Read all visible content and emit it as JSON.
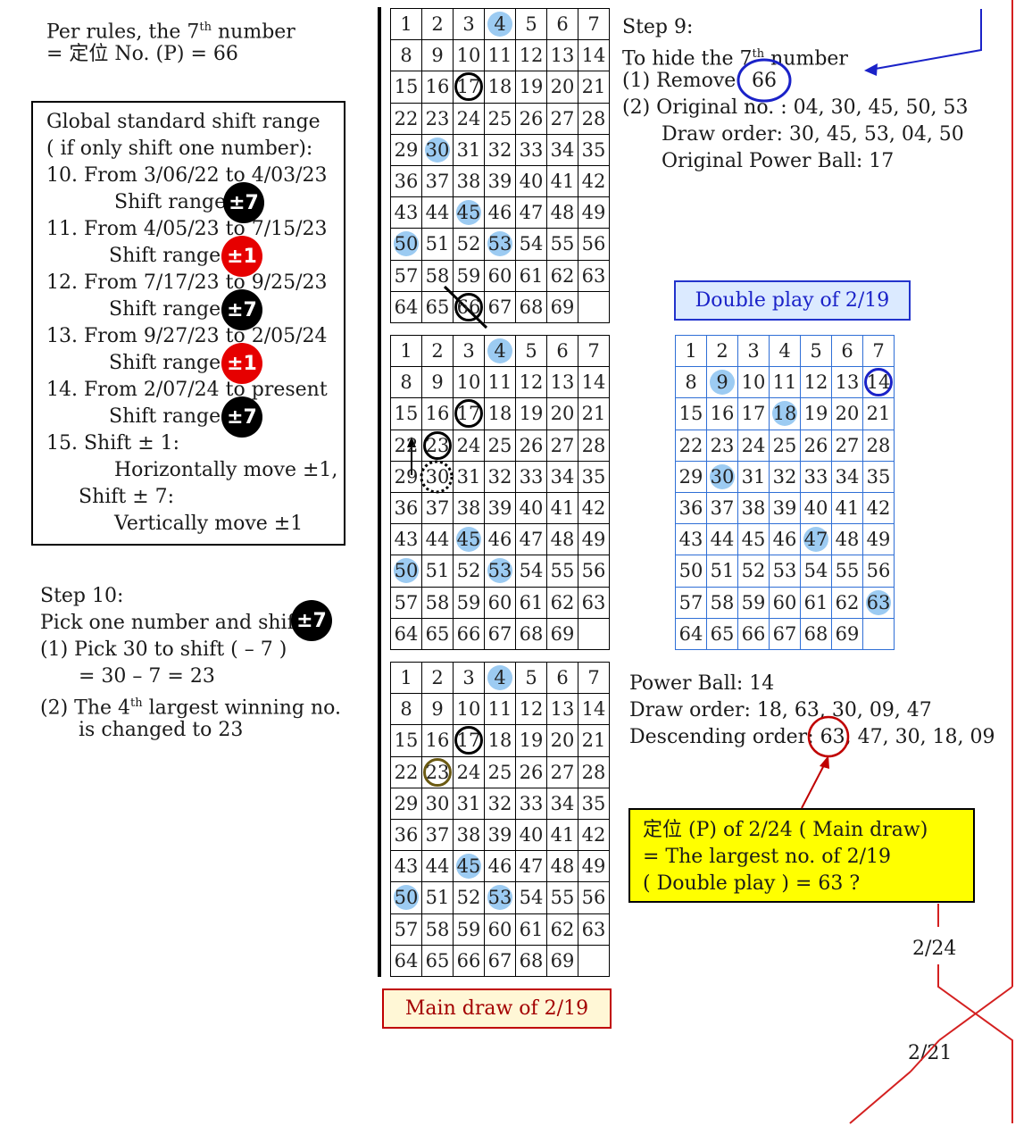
{
  "header_text": {
    "line1": "Per rules, the 7",
    "line1_sup": "th",
    "line1_end": " number",
    "line2": "= 定位 No. (P) = 66"
  },
  "rules": {
    "title1": "Global standard shift range",
    "title2": "( if only shift one number):",
    "items": [
      {
        "period": "10. From 3/06/22 to 4/03/23",
        "label": "Shift range:",
        "badge": "±7",
        "badge_color": "#000000"
      },
      {
        "period": "11. From 4/05/23 to 7/15/23",
        "label": "Shift range:",
        "badge": "±1",
        "badge_color": "#e60000"
      },
      {
        "period": "12. From 7/17/23 to 9/25/23",
        "label": "Shift range:",
        "badge": "±7",
        "badge_color": "#000000"
      },
      {
        "period": "13. From 9/27/23 to 2/05/24",
        "label": "Shift range:",
        "badge": "±1",
        "badge_color": "#e60000"
      },
      {
        "period": "14. From 2/07/24 to present",
        "label": "Shift range:",
        "badge": "±7",
        "badge_color": "#000000"
      }
    ],
    "shift1_label": "15. Shift ± 1:",
    "shift1_desc": "Horizontally move ±1,",
    "shift7_label": "Shift ± 7:",
    "shift7_desc": "Vertically move ±1"
  },
  "step10": {
    "title": "Step 10:",
    "line1": "Pick one number and shift",
    "badge": "±7",
    "item1": "(1) Pick 30 to shift  ( – 7 )",
    "item1b": "= 30 – 7 = 23",
    "item2_a": "(2) The 4",
    "item2_sup": "th",
    "item2_b": " largest winning no.",
    "item2c": "is changed to 23"
  },
  "step9": {
    "title": "Step 9:",
    "line1_a": "To hide the 7",
    "line1_sup": "th",
    "line1_b": "  number",
    "remove_label": "(1)  Remove",
    "remove_value": "66",
    "orig_label": "(2) Original no. :  04, 30, 45, 50, 53",
    "draw_order": "Draw order:  30, 45, 53, 04, 50",
    "power_ball": "Original Power Ball:   17"
  },
  "grid_numbers": [
    "1",
    "2",
    "3",
    "4",
    "5",
    "6",
    "7",
    "8",
    "9",
    "10",
    "11",
    "12",
    "13",
    "14",
    "15",
    "16",
    "17",
    "18",
    "19",
    "20",
    "21",
    "22",
    "23",
    "24",
    "25",
    "26",
    "27",
    "28",
    "29",
    "30",
    "31",
    "32",
    "33",
    "34",
    "35",
    "36",
    "37",
    "38",
    "39",
    "40",
    "41",
    "42",
    "43",
    "44",
    "45",
    "46",
    "47",
    "48",
    "49",
    "50",
    "51",
    "52",
    "53",
    "54",
    "55",
    "56",
    "57",
    "58",
    "59",
    "60",
    "61",
    "62",
    "63",
    "64",
    "65",
    "66",
    "67",
    "68",
    "69"
  ],
  "grid1": {
    "highlights": [
      4,
      30,
      45,
      50,
      53
    ],
    "rings": [
      17,
      66
    ]
  },
  "grid2": {
    "highlights": [
      4,
      45,
      50,
      53
    ],
    "rings": [
      17,
      23
    ]
  },
  "grid3": {
    "highlights": [
      4,
      45,
      50,
      53
    ],
    "rings": [
      17
    ],
    "olive_ring": [
      23
    ]
  },
  "grid4": {
    "highlights": [
      9,
      18,
      30,
      47,
      63
    ],
    "rings": [
      14
    ]
  },
  "main_draw_label": "Main draw of 2/19",
  "double_play_label": "Double play of 2/19",
  "double_play_info": {
    "power_ball": "Power Ball:  14",
    "draw_order": "Draw order:  18, 63, 30, 09, 47",
    "descending": "Descending order:  63, 47, 30, 18, 09"
  },
  "yellow_note": {
    "line1": "定位 (P) of 2/24 ( Main draw)",
    "line2": "= The largest no. of 2/19",
    "line3": "( Double play ) = 63 ?"
  },
  "date_labels": {
    "d1": "2/24",
    "d2": "2/21"
  },
  "colors": {
    "highlight": "#9ccbf2",
    "blue_ring": "#1a22c8",
    "red_line": "#d42020",
    "olive": "#6b5a12"
  }
}
